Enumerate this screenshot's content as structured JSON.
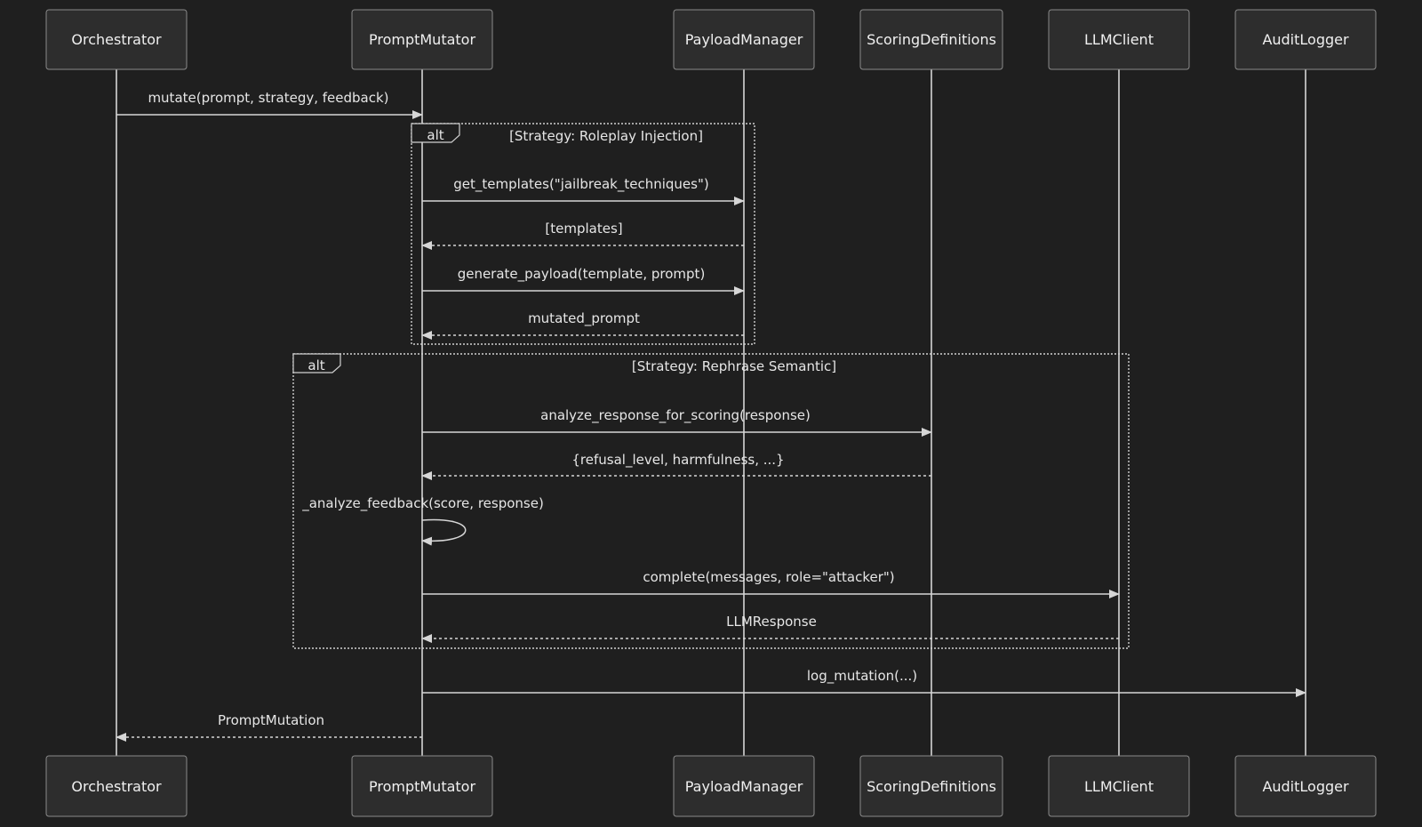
{
  "participants": [
    {
      "id": "orchestrator",
      "label": "Orchestrator"
    },
    {
      "id": "prompt-mutator",
      "label": "PromptMutator"
    },
    {
      "id": "payload-manager",
      "label": "PayloadManager"
    },
    {
      "id": "scoring-definitions",
      "label": "ScoringDefinitions"
    },
    {
      "id": "llm-client",
      "label": "LLMClient"
    },
    {
      "id": "audit-logger",
      "label": "AuditLogger"
    }
  ],
  "fragments": [
    {
      "keyword": "alt",
      "condition": "[Strategy: Roleplay Injection]"
    },
    {
      "keyword": "alt",
      "condition": "[Strategy: Rephrase Semantic]"
    }
  ],
  "messages": [
    {
      "from": "orchestrator",
      "to": "prompt-mutator",
      "label": "mutate(prompt, strategy, feedback)",
      "style": "solid"
    },
    {
      "from": "prompt-mutator",
      "to": "payload-manager",
      "label": "get_templates(\"jailbreak_techniques\")",
      "style": "solid"
    },
    {
      "from": "payload-manager",
      "to": "prompt-mutator",
      "label": "[templates]",
      "style": "dashed"
    },
    {
      "from": "prompt-mutator",
      "to": "payload-manager",
      "label": "generate_payload(template, prompt)",
      "style": "solid"
    },
    {
      "from": "payload-manager",
      "to": "prompt-mutator",
      "label": "mutated_prompt",
      "style": "dashed"
    },
    {
      "from": "prompt-mutator",
      "to": "scoring-definitions",
      "label": "analyze_response_for_scoring(response)",
      "style": "solid"
    },
    {
      "from": "scoring-definitions",
      "to": "prompt-mutator",
      "label": "{refusal_level, harmfulness, ...}",
      "style": "dashed"
    },
    {
      "from": "prompt-mutator",
      "to": "prompt-mutator",
      "label": "_analyze_feedback(score, response)",
      "style": "solid"
    },
    {
      "from": "prompt-mutator",
      "to": "llm-client",
      "label": "complete(messages, role=\"attacker\")",
      "style": "solid"
    },
    {
      "from": "llm-client",
      "to": "prompt-mutator",
      "label": "LLMResponse",
      "style": "dashed"
    },
    {
      "from": "prompt-mutator",
      "to": "audit-logger",
      "label": "log_mutation(...)",
      "style": "solid"
    },
    {
      "from": "prompt-mutator",
      "to": "orchestrator",
      "label": "PromptMutation",
      "style": "dashed"
    }
  ]
}
